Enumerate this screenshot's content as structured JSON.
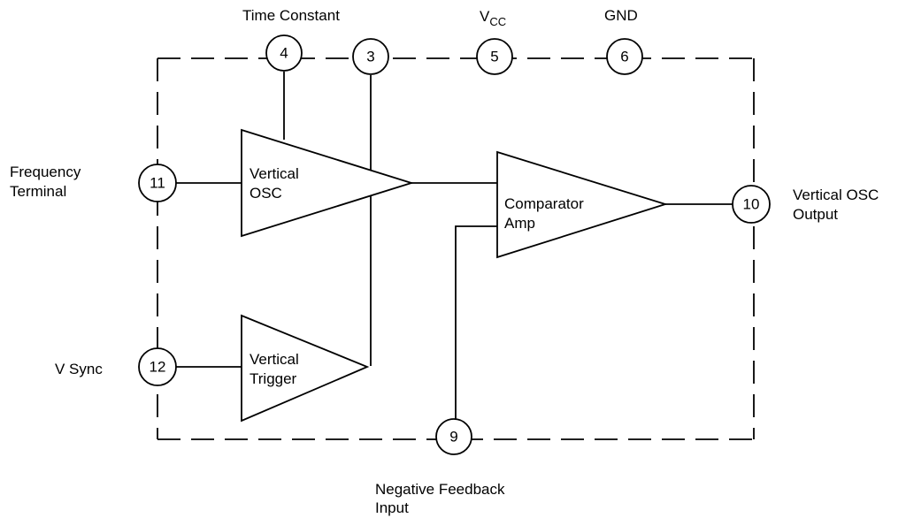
{
  "pins": {
    "p4": "4",
    "p3": "3",
    "p5": "5",
    "p6": "6",
    "p11": "11",
    "p12": "12",
    "p10": "10",
    "p9": "9"
  },
  "labels": {
    "time_constant": "Time Constant",
    "vcc_main": "V",
    "vcc_sub": "CC",
    "gnd": "GND",
    "frequency_line1": "Frequency",
    "frequency_line2": "Terminal",
    "v_sync": "V Sync",
    "vertical_osc_output_line1": "Vertical OSC",
    "vertical_osc_output_line2": "Output",
    "negative_feedback_line1": "Negative Feedback",
    "negative_feedback_line2": "Input"
  },
  "blocks": {
    "vertical_osc_line1": "Vertical",
    "vertical_osc_line2": "OSC",
    "vertical_trigger_line1": "Vertical",
    "vertical_trigger_line2": "Trigger",
    "comparator_amp_line1": "Comparator",
    "comparator_amp_line2": "Amp"
  }
}
